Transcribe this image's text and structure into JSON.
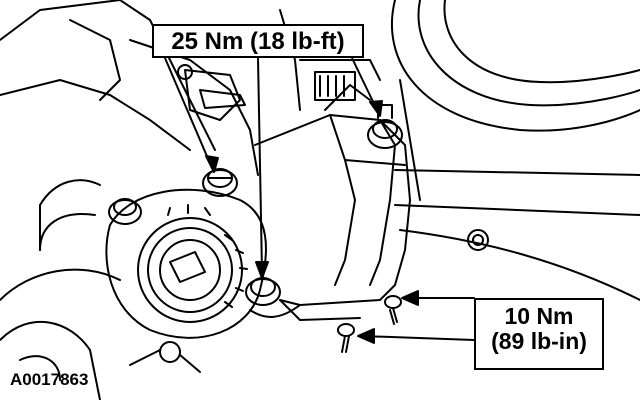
{
  "callouts": {
    "upper_bolts_torque": "25 Nm (18 lb-ft)",
    "lower_bolts_torque_metric": "10 Nm",
    "lower_bolts_torque_imperial": "(89 lb-in)"
  },
  "figure_id": "A0017863",
  "colors": {
    "line": "#000000",
    "background": "#ffffff"
  }
}
